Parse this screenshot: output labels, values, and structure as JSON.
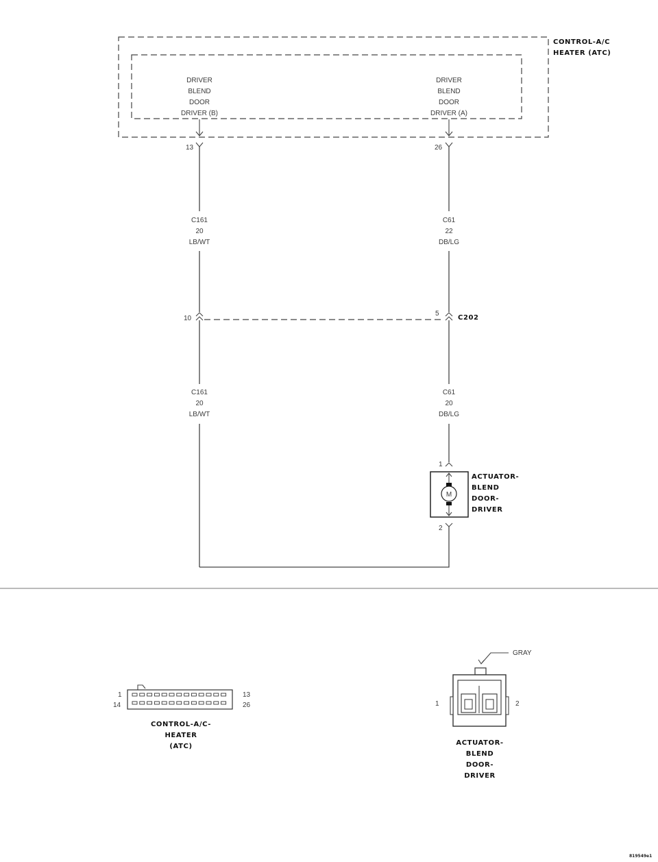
{
  "module": {
    "name_lines": [
      "CONTROL-A/C",
      "HEATER (ATC)"
    ],
    "output_b_lines": [
      "DRIVER",
      "BLEND",
      "DOOR",
      "DRIVER (B)"
    ],
    "output_a_lines": [
      "DRIVER",
      "BLEND",
      "DOOR",
      "DRIVER (A)"
    ],
    "pin_b": "13",
    "pin_a": "26"
  },
  "wire_left_upper": [
    "C161",
    "20",
    "LB/WT"
  ],
  "wire_right_upper": [
    "C61",
    "22",
    "DB/LG"
  ],
  "connector_c202": {
    "name": "C202",
    "pin_left": "10",
    "pin_right": "5"
  },
  "wire_left_lower": [
    "C161",
    "20",
    "LB/WT"
  ],
  "wire_right_lower": [
    "C61",
    "20",
    "DB/LG"
  ],
  "actuator": {
    "name_lines": [
      "ACTUATOR-",
      "BLEND",
      "DOOR-",
      "DRIVER"
    ],
    "motor_symbol": "M",
    "pin_top": "1",
    "pin_bottom": "2"
  },
  "connector_views": {
    "module_connector": {
      "name_lines": [
        "CONTROL-A/C-",
        "HEATER",
        "(ATC)"
      ],
      "pin_tl": "1",
      "pin_bl": "14",
      "pin_tr": "13",
      "pin_br": "26"
    },
    "actuator_connector": {
      "name_lines": [
        "ACTUATOR-",
        "BLEND",
        "DOOR-",
        "DRIVER"
      ],
      "color": "GRAY",
      "pin_left": "1",
      "pin_right": "2"
    }
  },
  "figure_id": "819549e1"
}
